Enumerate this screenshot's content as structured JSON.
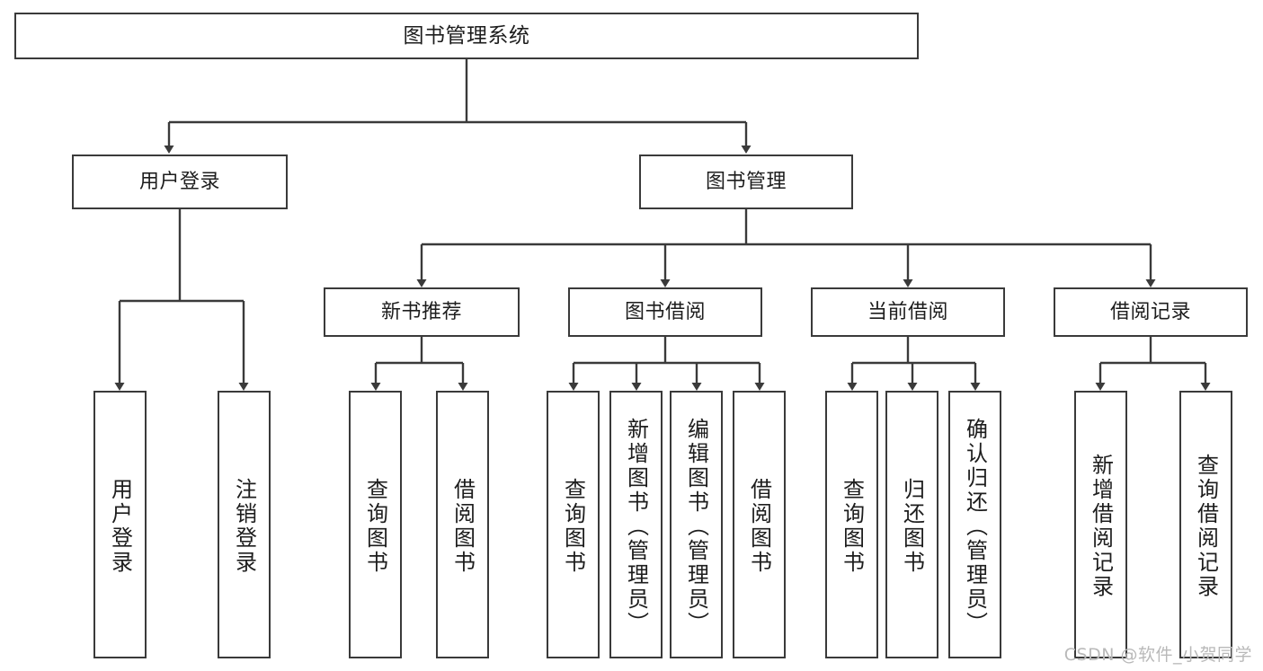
{
  "diagram": {
    "title": "图书管理系统",
    "type": "tree-hierarchy-chart",
    "watermark": "CSDN @软件_小贺同学",
    "colors": {
      "stroke": "#3a3a3a",
      "fill": "#ffffff",
      "text": "#1d1d1a",
      "watermark": "#b9b9b9"
    }
  },
  "nodes": {
    "root": {
      "label": "图书管理系统"
    },
    "level2": [
      {
        "id": "user-login",
        "label": "用户登录"
      },
      {
        "id": "book-manage",
        "label": "图书管理"
      }
    ],
    "level3": [
      {
        "id": "new-book-recommend",
        "label": "新书推荐"
      },
      {
        "id": "book-borrow",
        "label": "图书借阅"
      },
      {
        "id": "current-borrow",
        "label": "当前借阅"
      },
      {
        "id": "borrow-record",
        "label": "借阅记录"
      }
    ],
    "leaves": [
      {
        "id": "leaf-user-login",
        "label": "用户登录",
        "parent": "user-login"
      },
      {
        "id": "leaf-logout-login",
        "label": "注销登录",
        "parent": "user-login"
      },
      {
        "id": "leaf-query-book-1",
        "label": "查询图书",
        "parent": "new-book-recommend"
      },
      {
        "id": "leaf-borrow-book-1",
        "label": "借阅图书",
        "parent": "new-book-recommend"
      },
      {
        "id": "leaf-query-book-2",
        "label": "查询图书",
        "parent": "book-borrow"
      },
      {
        "id": "leaf-add-book",
        "label": "新增图书（管理员）",
        "parent": "book-borrow"
      },
      {
        "id": "leaf-edit-book",
        "label": "编辑图书（管理员）",
        "parent": "book-borrow"
      },
      {
        "id": "leaf-borrow-book-2",
        "label": "借阅图书",
        "parent": "book-borrow"
      },
      {
        "id": "leaf-query-book-3",
        "label": "查询图书",
        "parent": "current-borrow"
      },
      {
        "id": "leaf-return-book",
        "label": "归还图书",
        "parent": "current-borrow"
      },
      {
        "id": "leaf-confirm-return",
        "label": "确认归还（管理员）",
        "parent": "current-borrow"
      },
      {
        "id": "leaf-add-record",
        "label": "新增借阅记录",
        "parent": "borrow-record"
      },
      {
        "id": "leaf-query-record",
        "label": "查询借阅记录",
        "parent": "borrow-record"
      }
    ]
  }
}
